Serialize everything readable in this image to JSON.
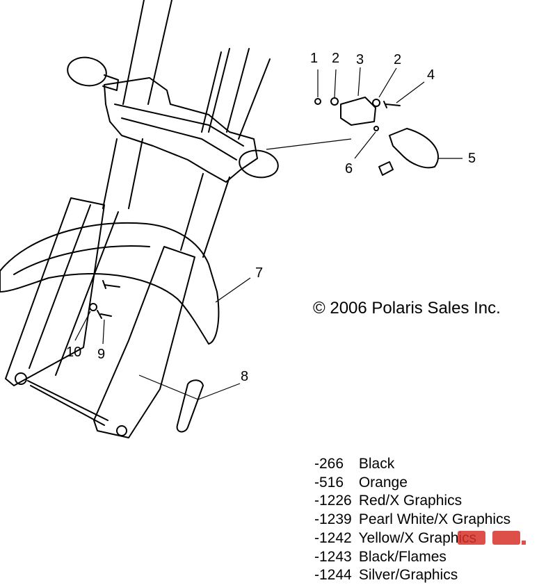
{
  "callouts": [
    {
      "id": "c1",
      "text": "1"
    },
    {
      "id": "c2a",
      "text": "2"
    },
    {
      "id": "c3",
      "text": "3"
    },
    {
      "id": "c2b",
      "text": "2"
    },
    {
      "id": "c4",
      "text": "4"
    },
    {
      "id": "c5",
      "text": "5"
    },
    {
      "id": "c6",
      "text": "6"
    },
    {
      "id": "c7",
      "text": "7"
    },
    {
      "id": "c8",
      "text": "8"
    },
    {
      "id": "c9",
      "text": "9"
    },
    {
      "id": "c10",
      "text": "10"
    }
  ],
  "copyright": "© 2006 Polaris Sales Inc.",
  "color_options": [
    {
      "code": "-266",
      "name": "Black"
    },
    {
      "code": "-516",
      "name": "Orange"
    },
    {
      "code": "-1226",
      "name": "Red/X Graphics"
    },
    {
      "code": "-1239",
      "name": "Pearl White/X Graphics"
    },
    {
      "code": "-1242",
      "name": "Yellow/X Graphics"
    },
    {
      "code": "-1243",
      "name": "Black/Flames"
    },
    {
      "code": "-1244",
      "name": "Silver/Graphics"
    }
  ],
  "colors": {
    "line": "#000000",
    "watermark": "#d8312a",
    "background": "#ffffff"
  }
}
